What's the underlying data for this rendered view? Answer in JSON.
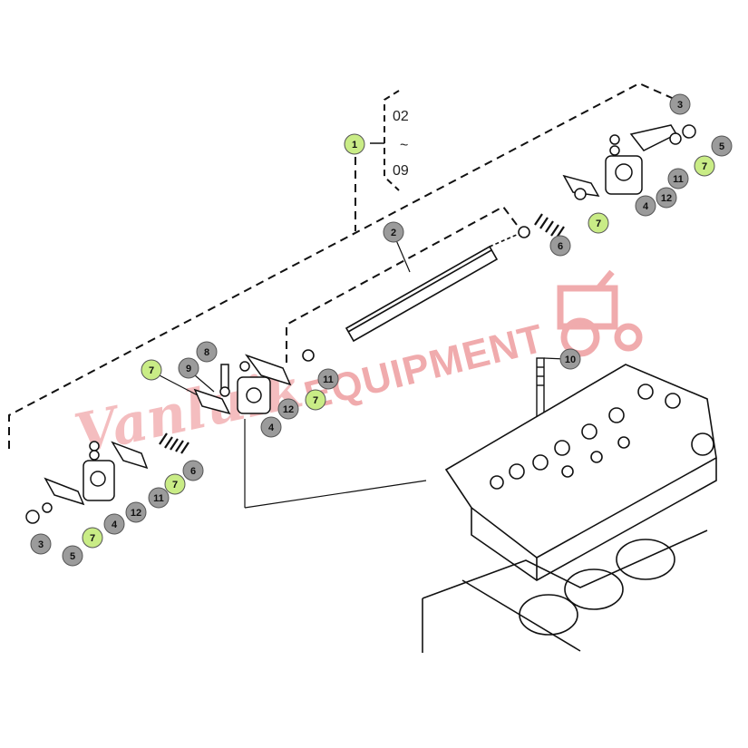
{
  "diagram": {
    "range_label": {
      "from": "02",
      "tilde": "~",
      "to": "09"
    },
    "watermark": {
      "brand": "EQUIPMENT",
      "script": "Vanluik"
    },
    "colors": {
      "callout_grey": "#9b9b9b",
      "callout_green": "#c9ec86",
      "callout_stroke": "#555555",
      "watermark": "#e0464b",
      "line": "#111111"
    },
    "callouts": [
      {
        "id": "c-1",
        "label": "1",
        "style": "green"
      },
      {
        "id": "c-2",
        "label": "2",
        "style": "grey"
      },
      {
        "id": "c-3a",
        "label": "3",
        "style": "grey"
      },
      {
        "id": "c-5a",
        "label": "5",
        "style": "grey"
      },
      {
        "id": "c-7a",
        "label": "7",
        "style": "green"
      },
      {
        "id": "c-11a",
        "label": "11",
        "style": "grey"
      },
      {
        "id": "c-12a",
        "label": "12",
        "style": "grey"
      },
      {
        "id": "c-4a",
        "label": "4",
        "style": "grey"
      },
      {
        "id": "c-7b",
        "label": "7",
        "style": "green"
      },
      {
        "id": "c-6a",
        "label": "6",
        "style": "grey"
      },
      {
        "id": "c-10",
        "label": "10",
        "style": "grey"
      },
      {
        "id": "c-8",
        "label": "8",
        "style": "grey"
      },
      {
        "id": "c-9",
        "label": "9",
        "style": "grey"
      },
      {
        "id": "c-7c",
        "label": "7",
        "style": "green"
      },
      {
        "id": "c-11b",
        "label": "11",
        "style": "grey"
      },
      {
        "id": "c-7d",
        "label": "7",
        "style": "green"
      },
      {
        "id": "c-12b",
        "label": "12",
        "style": "grey"
      },
      {
        "id": "c-4b",
        "label": "4",
        "style": "grey"
      },
      {
        "id": "c-6b",
        "label": "6",
        "style": "grey"
      },
      {
        "id": "c-7e",
        "label": "7",
        "style": "green"
      },
      {
        "id": "c-11c",
        "label": "11",
        "style": "grey"
      },
      {
        "id": "c-12c",
        "label": "12",
        "style": "grey"
      },
      {
        "id": "c-4c",
        "label": "4",
        "style": "grey"
      },
      {
        "id": "c-3b",
        "label": "3",
        "style": "grey"
      },
      {
        "id": "c-5b",
        "label": "5",
        "style": "grey"
      },
      {
        "id": "c-7f",
        "label": "7",
        "style": "green"
      }
    ]
  }
}
